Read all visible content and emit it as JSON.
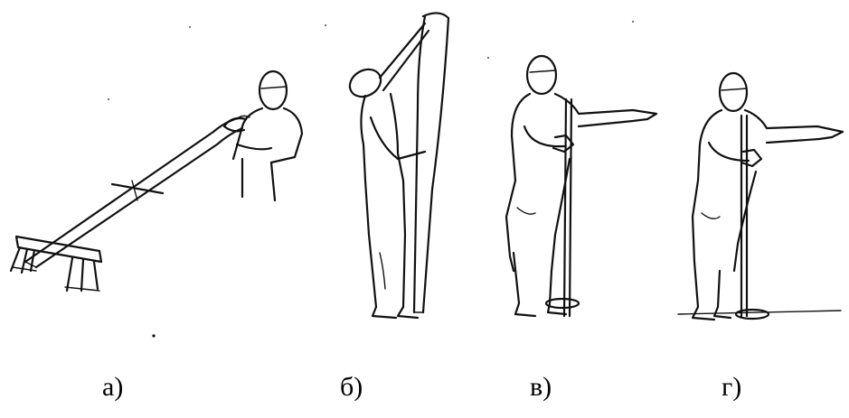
{
  "figures": [
    {
      "id": "a",
      "caption": "а)"
    },
    {
      "id": "b",
      "caption": "б)"
    },
    {
      "id": "v",
      "caption": "в)"
    },
    {
      "id": "g",
      "caption": "г)"
    }
  ],
  "colors": {
    "ink": "#111111",
    "background": "#ffffff"
  }
}
